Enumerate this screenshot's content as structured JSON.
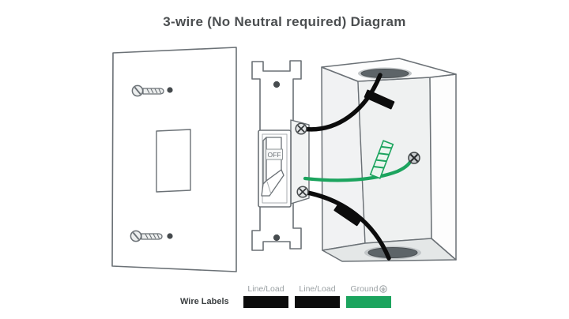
{
  "title": "3-wire (No Neutral required) Diagram",
  "diagram": {
    "switch_state_label": "OFF",
    "components": {
      "wall_plate": "wall-plate",
      "toggle_switch": "toggle-light-switch",
      "electrical_box": "electrical-box"
    },
    "wires": [
      {
        "name": "line-load-wire-top",
        "color": "#0c0c0c"
      },
      {
        "name": "line-load-wire-bottom",
        "color": "#0c0c0c"
      },
      {
        "name": "ground-wire",
        "color": "#1ca45e"
      }
    ],
    "colors": {
      "outline": "#6b7176",
      "box_interior": "#eff1f1",
      "hole": "#5d6468",
      "wire_black": "#0c0c0c",
      "wire_green": "#1ca45e"
    }
  },
  "legend": {
    "heading": "Wire Labels",
    "items": [
      {
        "label": "Line/Load",
        "color": "#0c0c0c"
      },
      {
        "label": "Line/Load",
        "color": "#0c0c0c"
      },
      {
        "label": "Ground",
        "color": "#1ca45e",
        "icon": "ground-icon"
      }
    ]
  }
}
